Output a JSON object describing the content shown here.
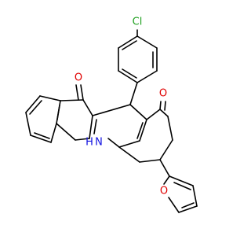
{
  "structure": {
    "atoms": {
      "chlorine": "Cl",
      "oxygen_top": "O",
      "oxygen_right": "O",
      "nitrogen": "N",
      "nitrogen_h": "H",
      "oxygen_furan": "O"
    },
    "colors": {
      "bond": "#000000",
      "chlorine": "#20a020",
      "oxygen": "#e00000",
      "nitrogen": "#1010e0",
      "background": "#ffffff"
    }
  }
}
